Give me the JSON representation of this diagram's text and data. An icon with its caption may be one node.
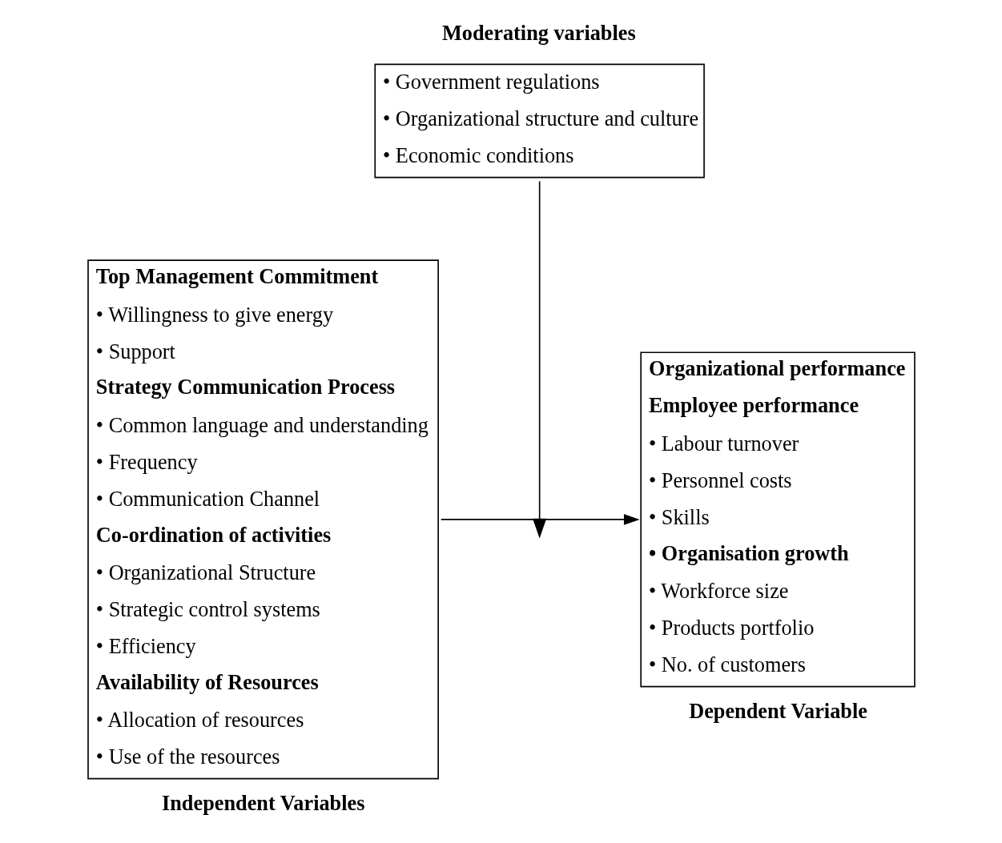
{
  "diagram": {
    "nodes": [
      {
        "text": [
          "Top Management Commitment",
          "• Willingness to give energy",
          "• Support",
          "Strategy Communication Process",
          "• Common language and understanding",
          "• Frequency",
          "• Communication Channel",
          "Co-ordination of activities",
          "• Organizational Structure",
          "• Strategic control systems",
          "• Efficiency",
          "Availability of Resources",
          "• Allocation of resources",
          "• Use of the resources"
        ],
        "beside": [
          "Independent Variables"
        ]
      },
      {
        "text": [
          "• Government regulations",
          "• Organizational structure and culture",
          "• Economic conditions"
        ],
        "beside": [
          "Moderating variables"
        ]
      },
      {
        "text": [
          "Organizational performance",
          "Employee performance",
          "• Labour turnover",
          "• Personnel costs",
          "• Skills",
          "• Organisation growth",
          "• Workforce size",
          "• Products portfolio",
          "• No. of customers"
        ],
        "beside": [
          "Dependent Variable"
        ]
      }
    ],
    "edges": [
      {
        "from": 0,
        "to": 2,
        "arrow": "to"
      },
      {
        "from": 1,
        "to": null,
        "arrow": "to"
      }
    ]
  }
}
